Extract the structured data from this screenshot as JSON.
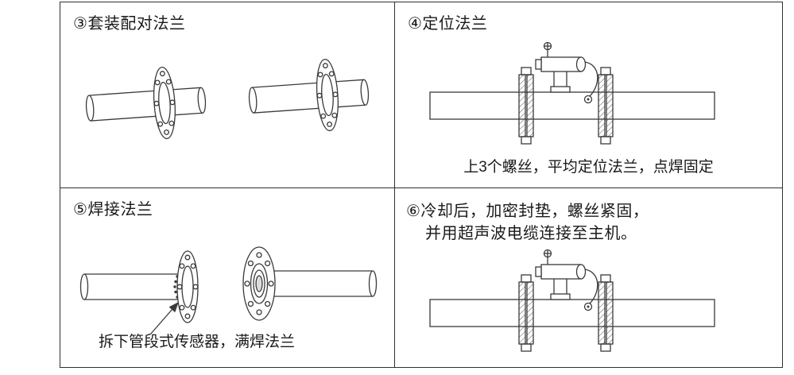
{
  "document": {
    "background_color": "#ffffff",
    "line_color": "#3a3a3a",
    "text_color": "#1a1a1a",
    "border_color": "#2f2f2f"
  },
  "panels": {
    "step3": {
      "title": "③套装配对法兰"
    },
    "step4": {
      "title": "④定位法兰",
      "caption": "上3个螺丝，平均定位法兰，点焊固定"
    },
    "step5": {
      "title": "⑤焊接法兰",
      "caption": "拆下管段式传感器，满焊法兰"
    },
    "step6": {
      "title_line1": "⑥冷却后，加密封垫，螺丝紧固，",
      "title_line2": "并用超声波电缆连接至主机。"
    }
  }
}
